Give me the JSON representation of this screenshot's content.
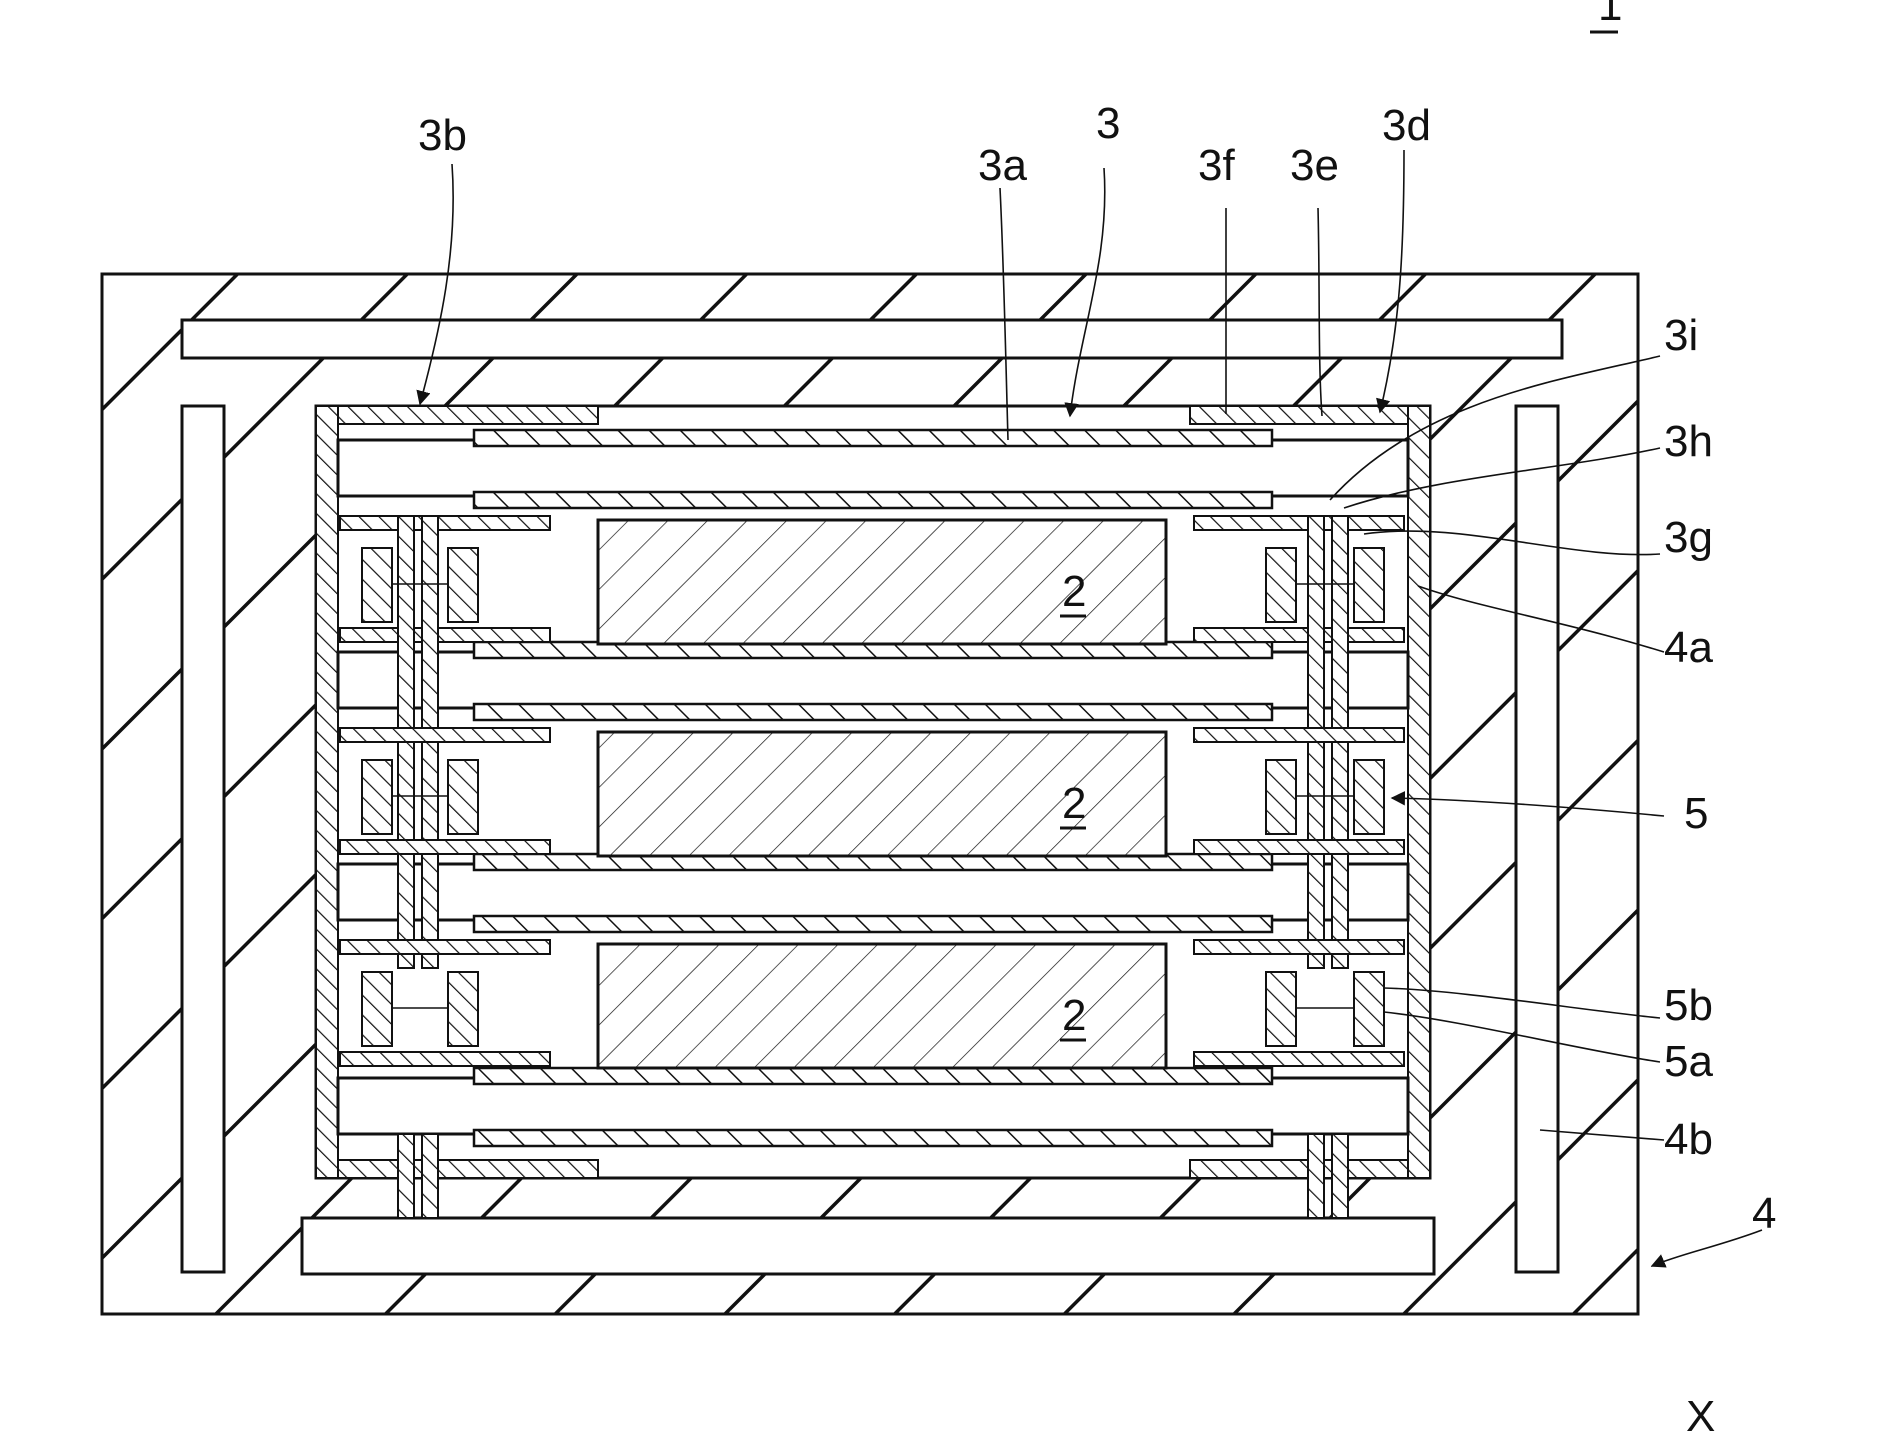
{
  "figure": {
    "ref_numeral": "1",
    "axis_label": "X"
  },
  "labels": {
    "l_3b": "3b",
    "l_3": "3",
    "l_3a": "3a",
    "l_3f": "3f",
    "l_3e": "3e",
    "l_3d": "3d",
    "l_3i": "3i",
    "l_3h": "3h",
    "l_3g": "3g",
    "l_4a": "4a",
    "l_5": "5",
    "l_5b": "5b",
    "l_5a": "5a",
    "l_4b": "4b",
    "l_4": "4"
  },
  "elements": [
    "2",
    "2",
    "2"
  ]
}
